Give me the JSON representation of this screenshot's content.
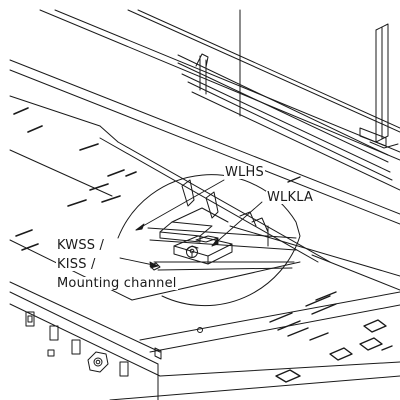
{
  "labels": {
    "wlhs": "WLHS",
    "wlkla": "WLKLA",
    "kwss": "KWSS /",
    "kiss": "KISS /",
    "mounting": "Mounting channel"
  },
  "colors": {
    "line": "#1a1a1a",
    "background": "#ffffff"
  }
}
